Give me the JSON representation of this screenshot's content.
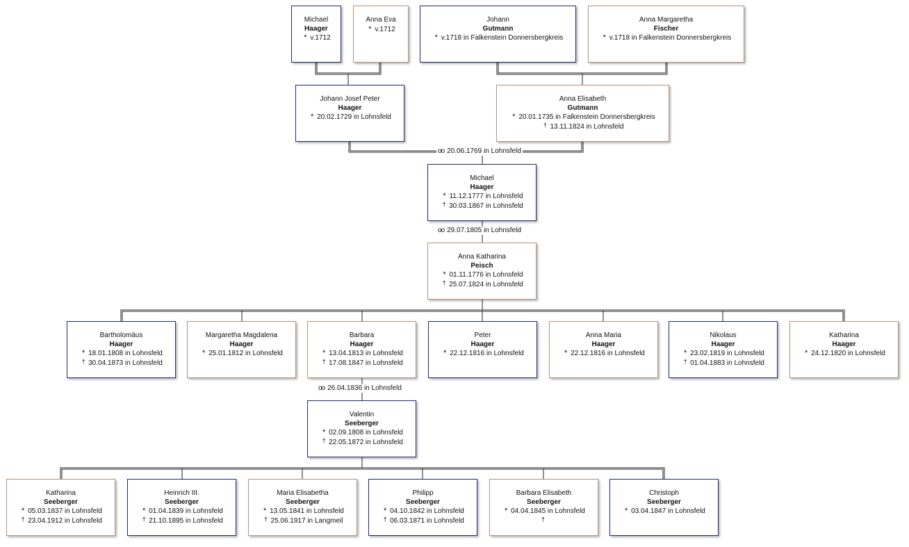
{
  "symbols": {
    "birth": "*",
    "death": "†",
    "marriage": "oo"
  },
  "people": [
    {
      "id": "p1",
      "given": "Michael",
      "surname": "Haager",
      "events": [
        {
          "sym": "birth",
          "text": "v.1712"
        }
      ]
    },
    {
      "id": "p2",
      "given": "Anna Eva",
      "surname": "",
      "events": [
        {
          "sym": "birth",
          "text": "v.1712"
        }
      ]
    },
    {
      "id": "p3",
      "given": "Johann",
      "surname": "Gutmann",
      "events": [
        {
          "sym": "birth",
          "text": "v.1718 in Falkenstein Donnersbergkreis"
        }
      ]
    },
    {
      "id": "p4",
      "given": "Anna Margaretha",
      "surname": "Fischer",
      "events": [
        {
          "sym": "birth",
          "text": "v.1718 in Falkenstein Donnersbergkreis"
        }
      ]
    },
    {
      "id": "p5",
      "given": "Johann Josef Peter",
      "surname": "Haager",
      "events": [
        {
          "sym": "birth",
          "text": "20.02.1729 in Lohnsfeld"
        }
      ]
    },
    {
      "id": "p6",
      "given": "Anna Elisabeth",
      "surname": "Gutmann",
      "events": [
        {
          "sym": "birth",
          "text": "20.01.1735 in Falkenstein Donnersbergkreis"
        },
        {
          "sym": "death",
          "text": "13.11.1824 in Lohnsfeld"
        }
      ]
    },
    {
      "id": "p7",
      "given": "Michael",
      "surname": "Haager",
      "events": [
        {
          "sym": "birth",
          "text": "11.12.1777 in Lohnsfeld"
        },
        {
          "sym": "death",
          "text": "30.03.1867 in Lohnsfeld"
        }
      ]
    },
    {
      "id": "p8",
      "given": "Anna Katharina",
      "surname": "Peisch",
      "events": [
        {
          "sym": "birth",
          "text": "01.11.1776 in Lohnsfeld"
        },
        {
          "sym": "death",
          "text": "25.07.1824 in Lohnsfeld"
        }
      ]
    },
    {
      "id": "c1",
      "given": "Bartholomäus",
      "surname": "Haager",
      "events": [
        {
          "sym": "birth",
          "text": "18.01.1808 in Lohnsfeld"
        },
        {
          "sym": "death",
          "text": "30.04.1873 in Lohnsfeld"
        }
      ]
    },
    {
      "id": "c2",
      "given": "Margaretha Magdalena",
      "surname": "Haager",
      "events": [
        {
          "sym": "birth",
          "text": "25.01.1812 in Lohnsfeld"
        }
      ]
    },
    {
      "id": "c3",
      "given": "Barbara",
      "surname": "Haager",
      "events": [
        {
          "sym": "birth",
          "text": "13.04.1813 in Lohnsfeld"
        },
        {
          "sym": "death",
          "text": "17.08.1847 in Lohnsfeld"
        }
      ]
    },
    {
      "id": "c4",
      "given": "Peter",
      "surname": "Haager",
      "events": [
        {
          "sym": "birth",
          "text": "22.12.1816 in Lohnsfeld"
        }
      ]
    },
    {
      "id": "c5",
      "given": "Anna Maria",
      "surname": "Haager",
      "events": [
        {
          "sym": "birth",
          "text": "22.12.1816 in Lohnsfeld"
        }
      ]
    },
    {
      "id": "c6",
      "given": "Nikolaus",
      "surname": "Haager",
      "events": [
        {
          "sym": "birth",
          "text": "23.02.1819 in Lohnsfeld"
        },
        {
          "sym": "death",
          "text": "01.04.1883 in Lohnsfeld"
        }
      ]
    },
    {
      "id": "c7",
      "given": "Katharina",
      "surname": "Haager",
      "events": [
        {
          "sym": "birth",
          "text": "24.12.1820 in Lohnsfeld"
        }
      ]
    },
    {
      "id": "s1",
      "given": "Valentin",
      "surname": "Seeberger",
      "events": [
        {
          "sym": "birth",
          "text": "02.09.1808 in Lohnsfeld"
        },
        {
          "sym": "death",
          "text": "22.05.1872 in Lohnsfeld"
        }
      ]
    },
    {
      "id": "g1",
      "given": "Katharina",
      "surname": "Seeberger",
      "events": [
        {
          "sym": "birth",
          "text": "05.03.1837 in Lohnsfeld"
        },
        {
          "sym": "death",
          "text": "23.04.1912 in Lohnsfeld"
        }
      ]
    },
    {
      "id": "g2",
      "given": "Heinrich III.",
      "surname": "Seeberger",
      "events": [
        {
          "sym": "birth",
          "text": "01.04.1839 in Lohnsfeld"
        },
        {
          "sym": "death",
          "text": "21.10.1895 in Lohnsfeld"
        }
      ]
    },
    {
      "id": "g3",
      "given": "Maria Elisabetha",
      "surname": "Seeberger",
      "events": [
        {
          "sym": "birth",
          "text": "13.05.1841 in Lohnsfeld"
        },
        {
          "sym": "death",
          "text": "25.06.1917 in Langmeil"
        }
      ]
    },
    {
      "id": "g4",
      "given": "Philipp",
      "surname": "Seeberger",
      "events": [
        {
          "sym": "birth",
          "text": "04.10.1842 in Lohnsfeld"
        },
        {
          "sym": "death",
          "text": "06.03.1871 in Lohnsfeld"
        }
      ]
    },
    {
      "id": "g5",
      "given": "Barbara Elisabeth",
      "surname": "Seeberger",
      "events": [
        {
          "sym": "birth",
          "text": "04.04.1845 in Lohnsfeld"
        },
        {
          "sym": "death",
          "text": ""
        }
      ]
    },
    {
      "id": "g6",
      "given": "Christoph",
      "surname": "Seeberger",
      "events": [
        {
          "sym": "birth",
          "text": "03.04.1847 in Lohnsfeld"
        }
      ]
    }
  ],
  "marriages": [
    {
      "id": "m1",
      "text": "20.06.1769 in Lohnsfeld"
    },
    {
      "id": "m2",
      "text": "29.07.1805 in Lohnsfeld"
    },
    {
      "id": "m3",
      "text": "26.04.1836 in Lohnsfeld"
    }
  ]
}
